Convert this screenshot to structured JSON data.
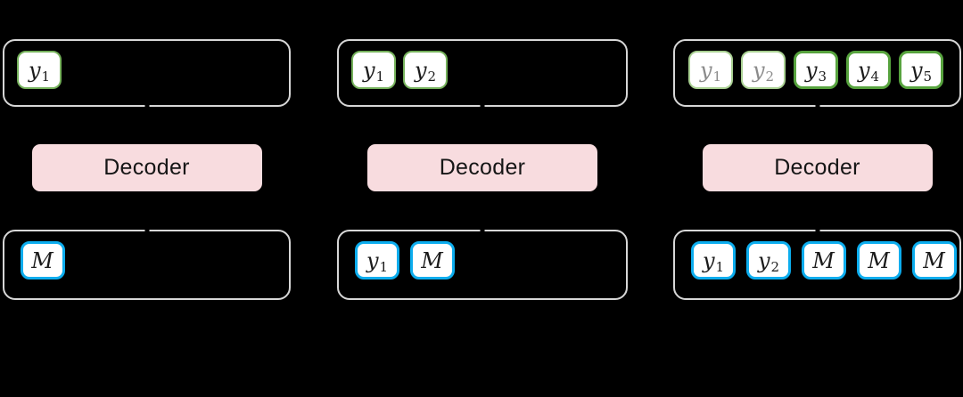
{
  "figure": {
    "description": "Iterative mask-predict decoding diagram with three decoder iterations",
    "background": "#000000",
    "colors": {
      "container_border": "#d7d7d7",
      "decoder_fill": "#f8dcdf",
      "token_fill": "#ffffff",
      "green_border_normal": "#76b25c",
      "green_border_strong": "#57a33e",
      "green_border_faded": "#aad193",
      "blue_border": "#0cadee",
      "text_black": "#1b1b1b",
      "text_faded": "#8b8b8b"
    },
    "columns": [
      {
        "decoder_label": "Decoder",
        "output_tokens": [
          {
            "base": "y",
            "sub": "1",
            "state": "new"
          }
        ],
        "input_tokens": [
          {
            "base": "M",
            "sub": "",
            "state": "mask"
          }
        ]
      },
      {
        "decoder_label": "Decoder",
        "output_tokens": [
          {
            "base": "y",
            "sub": "1",
            "state": "new"
          },
          {
            "base": "y",
            "sub": "2",
            "state": "new"
          }
        ],
        "input_tokens": [
          {
            "base": "y",
            "sub": "1",
            "state": "given"
          },
          {
            "base": "M",
            "sub": "",
            "state": "mask"
          }
        ]
      },
      {
        "decoder_label": "Decoder",
        "output_tokens": [
          {
            "base": "y",
            "sub": "1",
            "state": "previous"
          },
          {
            "base": "y",
            "sub": "2",
            "state": "previous"
          },
          {
            "base": "y",
            "sub": "3",
            "state": "new"
          },
          {
            "base": "y",
            "sub": "4",
            "state": "new"
          },
          {
            "base": "y",
            "sub": "5",
            "state": "new"
          }
        ],
        "input_tokens": [
          {
            "base": "y",
            "sub": "1",
            "state": "given"
          },
          {
            "base": "y",
            "sub": "2",
            "state": "given"
          },
          {
            "base": "M",
            "sub": "",
            "state": "mask"
          },
          {
            "base": "M",
            "sub": "",
            "state": "mask"
          },
          {
            "base": "M",
            "sub": "",
            "state": "mask"
          }
        ]
      }
    ]
  }
}
